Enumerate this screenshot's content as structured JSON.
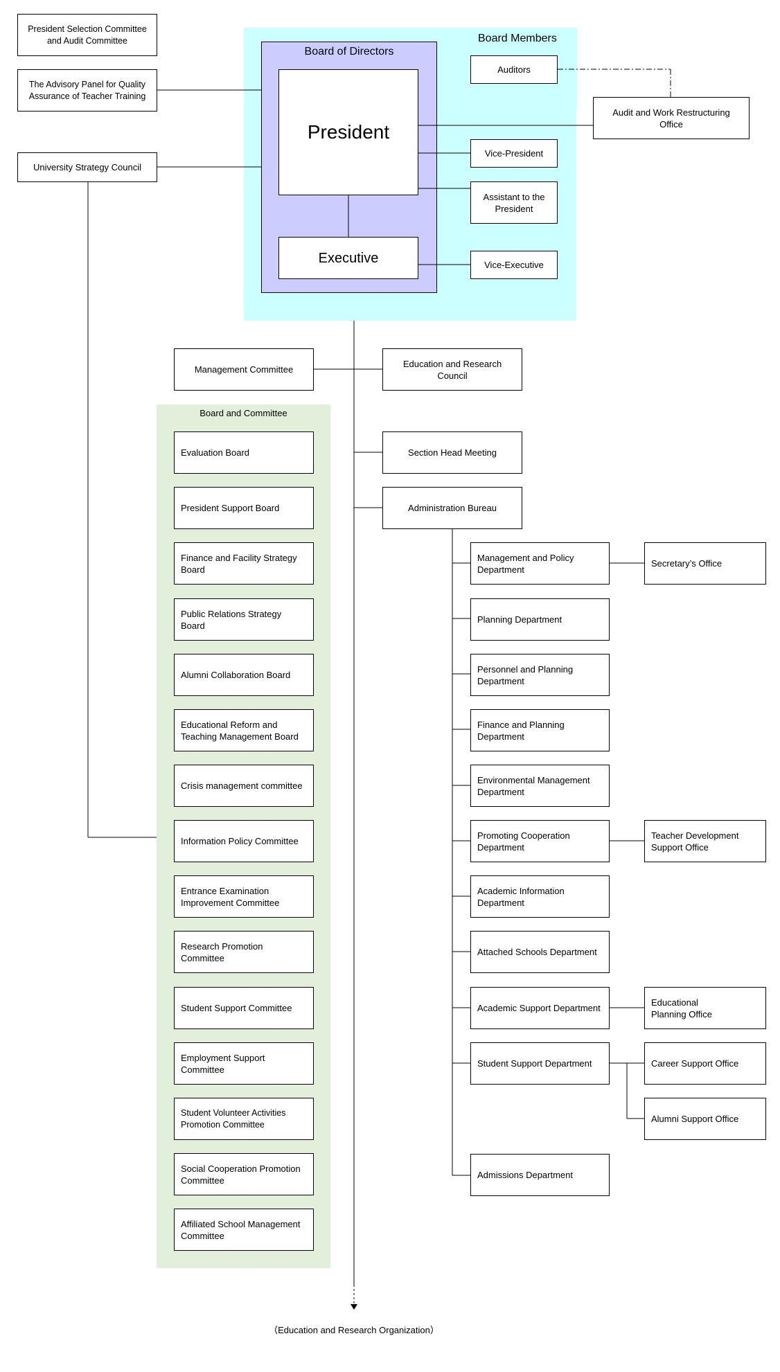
{
  "colors": {
    "board_members_bg": "#ccffff",
    "board_of_directors_bg": "#ccccff",
    "committee_panel_bg": "#e2efda",
    "line": "#000000"
  },
  "top_left": {
    "selection_committee": "President Selection Committee and Audit Committee",
    "advisory_panel": "The Advisory  Panel for Quality Assurance of Teacher Training",
    "strategy_council": "University Strategy Council"
  },
  "governance": {
    "board_members_title": "Board Members",
    "board_of_directors_title": "Board of Directors",
    "president": "President",
    "executive": "Executive",
    "auditors": "Auditors",
    "audit_office": "Audit and Work Restructuring Office",
    "vice_president": "Vice-President",
    "assistant": "Assistant to the President",
    "vice_executive": "Vice-Executive"
  },
  "middle": {
    "management_committee": "Management Committee",
    "education_research_council": "Education and Research Council",
    "section_head_meeting": "Section Head Meeting",
    "administration_bureau": "Administration Bureau"
  },
  "board_committee": {
    "title": "Board and Committee",
    "items": [
      "Evaluation Board",
      "President Support Board",
      "Finance and Facility Strategy Board",
      "Public Relations Strategy Board",
      "Alumni Collaboration Board",
      "Educational Reform and Teaching Management Board",
      "Crisis management committee",
      "Information Policy Committee",
      "Entrance Examination Improvement Committee",
      "Research Promotion Committee",
      "Student Support Committee",
      "Employment Support Committee",
      "Student Volunteer Activities Promotion Committee",
      "Social Cooperation Promotion Committee",
      "Affiliated School Management Committee"
    ]
  },
  "departments": [
    "Management and Policy Department",
    "Planning Department",
    "Personnel and Planning Department",
    "Finance and Planning Department",
    "Environmental Management Department",
    "Promoting Cooperation Department",
    "Academic Information Department",
    "Attached Schools Department",
    "Academic Support Department",
    "Student Support Department",
    "Admissions Department"
  ],
  "offices": {
    "secretary": "Secretary’s Office",
    "teacher_development": "Teacher Development Support Office",
    "educational_planning": "Educational Planning Office",
    "career_support": "Career Support Office",
    "alumni_support": "Alumni Support Office"
  },
  "footer": {
    "education_research_org": "（Education and Research Organization）"
  }
}
